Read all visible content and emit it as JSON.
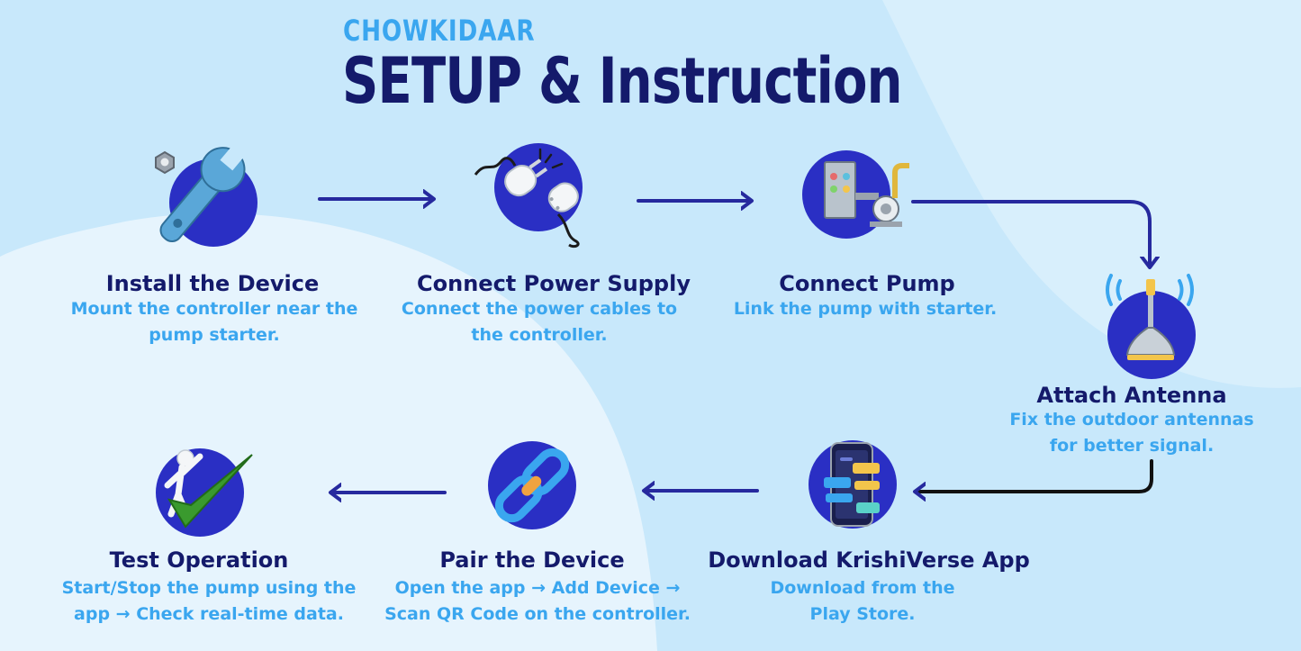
{
  "colors": {
    "navy": "#141a6b",
    "accent_blue": "#3aa6ef",
    "background": "#e6f4fd",
    "wave": "#c8e8fb",
    "circle": "#2a2fc4",
    "arrow": "#26299e"
  },
  "header": {
    "brand": "CHOWKIDAAR",
    "title": "SETUP & Instruction"
  },
  "steps": [
    {
      "title": "Install the Device",
      "desc": [
        "Mount the controller near the",
        "pump starter."
      ],
      "icon": "wrench-icon"
    },
    {
      "title": "Connect Power Supply",
      "desc": [
        "Connect the power cables to",
        "the controller."
      ],
      "icon": "power-plug-icon"
    },
    {
      "title": "Connect Pump",
      "desc": [
        "Link the pump with starter."
      ],
      "icon": "pump-starter-icon"
    },
    {
      "title": "Attach Antenna",
      "desc": [
        "Fix the outdoor antennas",
        "for better signal."
      ],
      "icon": "antenna-icon"
    },
    {
      "title": "Download KrishiVerse App",
      "desc": [
        "Download from the",
        "Play Store."
      ],
      "icon": "smartphone-app-icon"
    },
    {
      "title": "Pair the Device",
      "desc": [
        "Open the app → Add Device →",
        "Scan QR Code on the controller."
      ],
      "icon": "chain-link-icon"
    },
    {
      "title": "Test Operation",
      "desc": [
        "Start/Stop the pump using the",
        "app → Check real-time data."
      ],
      "icon": "checkmark-figure-icon"
    }
  ]
}
